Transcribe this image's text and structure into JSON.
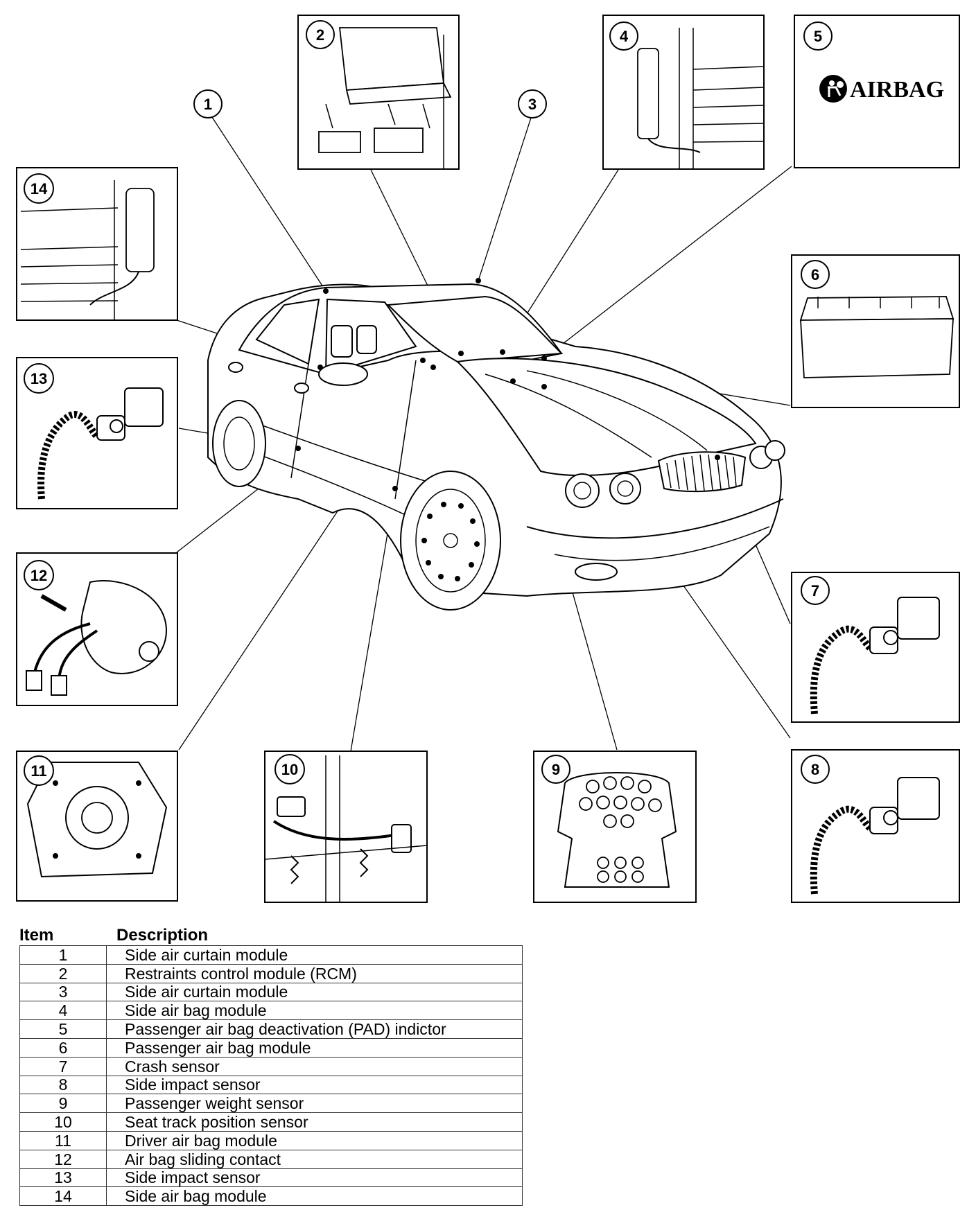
{
  "callouts": [
    {
      "n": "1"
    },
    {
      "n": "2"
    },
    {
      "n": "3"
    },
    {
      "n": "4"
    },
    {
      "n": "5"
    },
    {
      "n": "6"
    },
    {
      "n": "7"
    },
    {
      "n": "8"
    },
    {
      "n": "9"
    },
    {
      "n": "10"
    },
    {
      "n": "11"
    },
    {
      "n": "12"
    },
    {
      "n": "13"
    },
    {
      "n": "14"
    }
  ],
  "pad_indicator": {
    "text": "AIRBAG",
    "icon": "airbag-seat-icon"
  },
  "legend": {
    "header_item": "Item",
    "header_description": "Description",
    "rows": [
      {
        "item": "1",
        "description": "Side air curtain module"
      },
      {
        "item": "2",
        "description": "Restraints control module (RCM)"
      },
      {
        "item": "3",
        "description": "Side air curtain module"
      },
      {
        "item": "4",
        "description": "Side air bag module"
      },
      {
        "item": "5",
        "description": "Passenger air bag deactivation (PAD) indictor"
      },
      {
        "item": "6",
        "description": "Passenger air bag module"
      },
      {
        "item": "7",
        "description": "Crash sensor"
      },
      {
        "item": "8",
        "description": "Side impact sensor"
      },
      {
        "item": "9",
        "description": "Passenger weight sensor"
      },
      {
        "item": "10",
        "description": "Seat track position sensor"
      },
      {
        "item": "11",
        "description": "Driver air bag module"
      },
      {
        "item": "12",
        "description": "Air bag sliding contact"
      },
      {
        "item": "13",
        "description": "Side impact sensor"
      },
      {
        "item": "14",
        "description": "Side air bag module"
      }
    ]
  },
  "colors": {
    "ink": "#000000",
    "paper": "#ffffff"
  }
}
